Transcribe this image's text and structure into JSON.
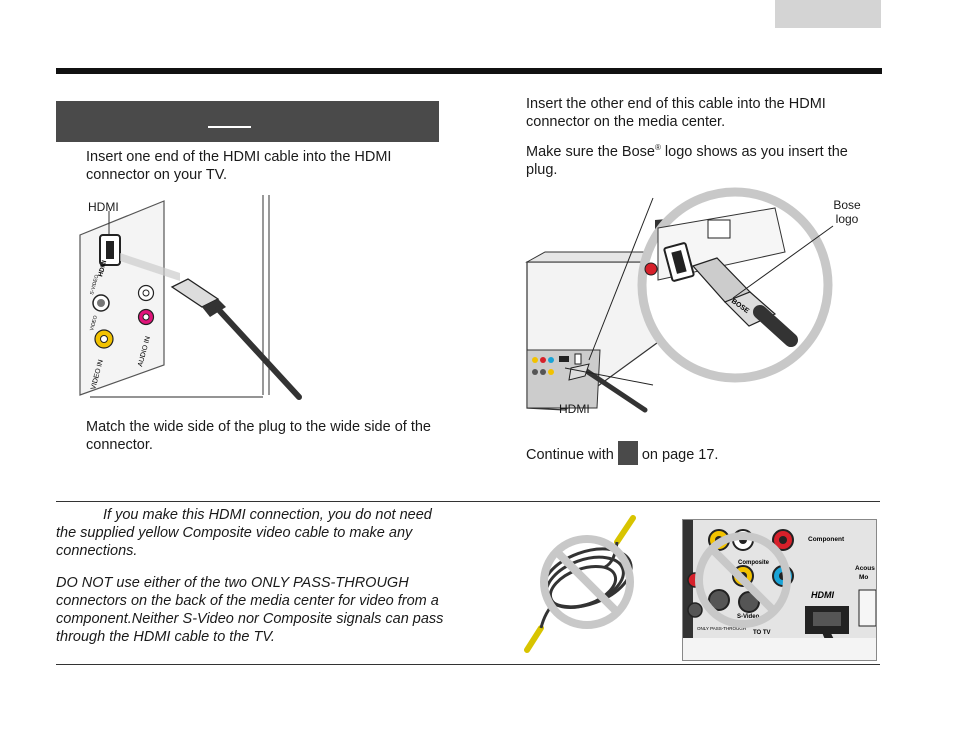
{
  "step_a": {
    "instruction": "Insert one end of the HDMI cable into the HDMI connector on your TV.",
    "connector_label": "HDMI",
    "panel_labels": {
      "hdmi": "HDMI",
      "svideo": "S-VIDEO",
      "video": "VIDEO",
      "video_in": "VIDEO IN",
      "audio_in": "AUDIO IN"
    },
    "caption": "Match the wide side of the plug to the wide side of the connector."
  },
  "step_b": {
    "instruction": "Insert the other end of this cable into the HDMI connector on the media center.",
    "bose_note_prefix": "Make sure the Bose",
    "bose_note_reg": "®",
    "bose_note_suffix": " logo shows as you insert the plug.",
    "callout_label": "Bose logo",
    "hdmi_label": "HDMI",
    "plug_text": "BOSE",
    "continue_prefix": "Continue with",
    "continue_suffix": "on page 17."
  },
  "note": {
    "line1": "If you make this HDMI connection, you do not need the supplied yellow Composite video cable to make any connections.",
    "line2": "DO NOT use either of the two ONLY PASS-THROUGH connectors on the back of the media center for video from a component.Neither S-Video nor Composite signals can pass through the HDMI cable to the TV."
  },
  "panel_labels": {
    "component": "Component",
    "composite": "Composite",
    "svideo": "S-Video",
    "hdmi": "HDMI",
    "acous": "Acous",
    "mo": "Mo",
    "only_pass": "ONLY PASS-THROUGH",
    "to_tv": "TO TV"
  },
  "colors": {
    "header_bar": "#4a4a4a",
    "tab": "#d4d4d4",
    "prohibit": "#c8c8c8",
    "yellow": "#f2c200",
    "red": "#d6202a",
    "magenta": "#e0147a",
    "cyan": "#1aa3d6"
  }
}
